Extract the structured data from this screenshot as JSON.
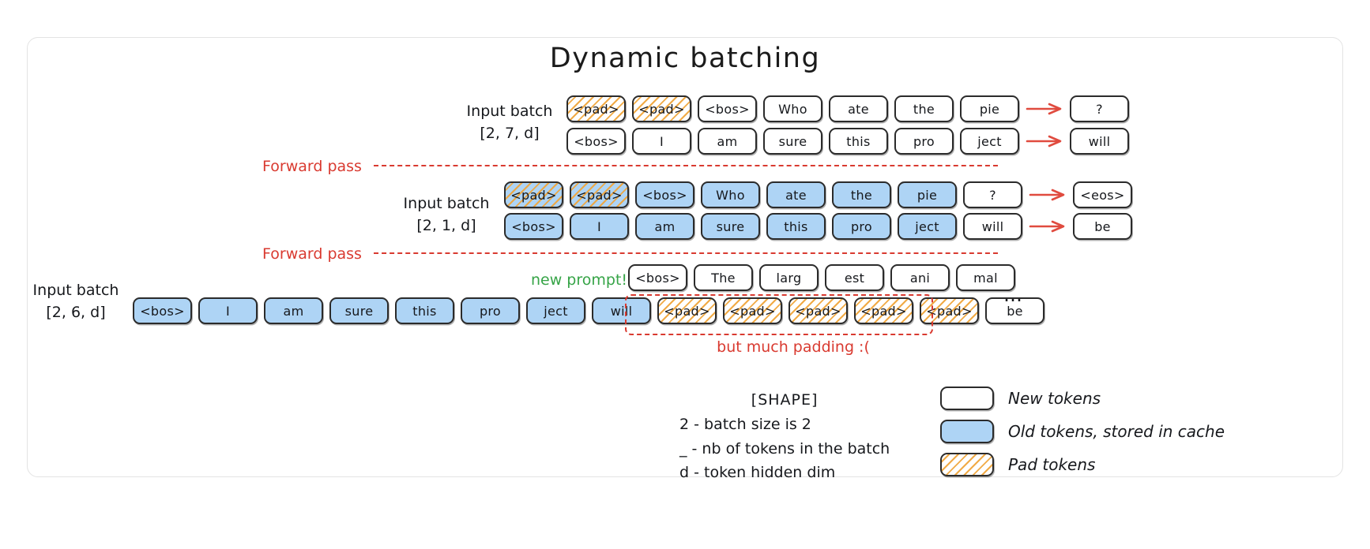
{
  "title": "Dynamic batching",
  "rows": [
    {
      "name": "first-forward-pass",
      "batch_label_line1": "Input batch",
      "batch_label_line2": "[2, 7, d]",
      "seq_a": [
        {
          "text": "<pad>",
          "kind": "pad"
        },
        {
          "text": "<pad>",
          "kind": "pad"
        },
        {
          "text": "<bos>",
          "kind": "new"
        },
        {
          "text": "Who",
          "kind": "new"
        },
        {
          "text": "ate",
          "kind": "new"
        },
        {
          "text": "the",
          "kind": "new"
        },
        {
          "text": "pie",
          "kind": "new"
        }
      ],
      "seq_b": [
        {
          "text": "<bos>",
          "kind": "new"
        },
        {
          "text": "I",
          "kind": "new"
        },
        {
          "text": "am",
          "kind": "new"
        },
        {
          "text": "sure",
          "kind": "new"
        },
        {
          "text": "this",
          "kind": "new"
        },
        {
          "text": "pro",
          "kind": "new"
        },
        {
          "text": "ject",
          "kind": "new"
        }
      ],
      "out_a": {
        "text": "?",
        "kind": "new"
      },
      "out_b": {
        "text": "will",
        "kind": "new"
      }
    },
    {
      "name": "second-forward-pass",
      "batch_label_line1": "Input batch",
      "batch_label_line2": "[2, 1, d]",
      "seq_a": [
        {
          "text": "<pad>",
          "kind": "padold"
        },
        {
          "text": "<pad>",
          "kind": "padold"
        },
        {
          "text": "<bos>",
          "kind": "old"
        },
        {
          "text": "Who",
          "kind": "old"
        },
        {
          "text": "ate",
          "kind": "old"
        },
        {
          "text": "the",
          "kind": "old"
        },
        {
          "text": "pie",
          "kind": "old"
        },
        {
          "text": "?",
          "kind": "new"
        }
      ],
      "seq_b": [
        {
          "text": "<bos>",
          "kind": "old"
        },
        {
          "text": "I",
          "kind": "old"
        },
        {
          "text": "am",
          "kind": "old"
        },
        {
          "text": "sure",
          "kind": "old"
        },
        {
          "text": "this",
          "kind": "old"
        },
        {
          "text": "pro",
          "kind": "old"
        },
        {
          "text": "ject",
          "kind": "old"
        },
        {
          "text": "will",
          "kind": "new"
        }
      ],
      "out_a": {
        "text": "<eos>",
        "kind": "new"
      },
      "out_b": {
        "text": "be",
        "kind": "new"
      }
    },
    {
      "name": "third-batch",
      "batch_label_line1": "Input batch",
      "batch_label_line2": "[2, 6, d]",
      "new_prompt_note": "new prompt!",
      "seq_a": [
        {
          "text": "<bos>",
          "kind": "new"
        },
        {
          "text": "The",
          "kind": "new"
        },
        {
          "text": "larg",
          "kind": "new"
        },
        {
          "text": "est",
          "kind": "new"
        },
        {
          "text": "ani",
          "kind": "new"
        },
        {
          "text": "mal",
          "kind": "new"
        }
      ],
      "seq_b": [
        {
          "text": "<bos>",
          "kind": "old"
        },
        {
          "text": "I",
          "kind": "old"
        },
        {
          "text": "am",
          "kind": "old"
        },
        {
          "text": "sure",
          "kind": "old"
        },
        {
          "text": "this",
          "kind": "old"
        },
        {
          "text": "pro",
          "kind": "old"
        },
        {
          "text": "ject",
          "kind": "old"
        },
        {
          "text": "will",
          "kind": "old"
        },
        {
          "text": "<pad>",
          "kind": "pad"
        },
        {
          "text": "<pad>",
          "kind": "pad"
        },
        {
          "text": "<pad>",
          "kind": "pad"
        },
        {
          "text": "<pad>",
          "kind": "pad"
        },
        {
          "text": "<pad>",
          "kind": "pad"
        },
        {
          "text": "be",
          "kind": "new"
        }
      ],
      "padding_note": "but much padding :(",
      "ellipsis": "…"
    }
  ],
  "forward_pass_label": "Forward pass",
  "shape_legend": {
    "header": "[SHAPE]",
    "line1": "2 - batch size is 2",
    "line2": "_ - nb of tokens in the batch",
    "line3": "d - token hidden dim"
  },
  "legend": [
    {
      "kind": "new",
      "label": "New tokens"
    },
    {
      "kind": "old",
      "label": "Old tokens, stored in cache"
    },
    {
      "kind": "pad",
      "label": "Pad tokens"
    }
  ],
  "colors": {
    "old_token": "#aed4f5",
    "pad_hatch": "#f0a63c",
    "accent_red": "#d93a30",
    "accent_green": "#36a447",
    "ink": "#16181c"
  }
}
